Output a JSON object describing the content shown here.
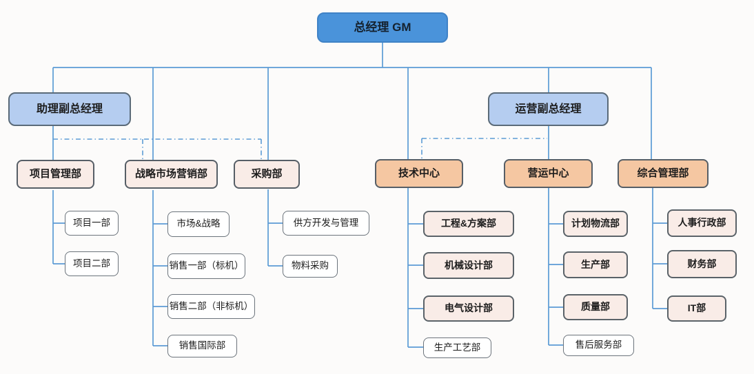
{
  "colors": {
    "node-blue": "#4a93da",
    "node-lightblue": "#b5cdf0",
    "node-pink": "#f9ece7",
    "node-salmon": "#f5c7a2",
    "node-white": "#ffffff",
    "line-blue": "#5b9bd5"
  },
  "root": {
    "label": "总经理 GM"
  },
  "deputies": {
    "assistant": {
      "label": "助理副总经理"
    },
    "operations": {
      "label": "运营副总经理"
    }
  },
  "departments": [
    {
      "label": "项目管理部",
      "children": [
        {
          "label": "项目一部"
        },
        {
          "label": "项目二部"
        }
      ]
    },
    {
      "label": "战略市场营销部",
      "children": [
        {
          "label": "市场&战略"
        },
        {
          "label": "销售一部（标机）"
        },
        {
          "label": "销售二部（非标机）"
        },
        {
          "label": "销售国际部"
        }
      ]
    },
    {
      "label": "采购部",
      "children": [
        {
          "label": "供方开发与管理"
        },
        {
          "label": "物料采购"
        }
      ]
    },
    {
      "label": "技术中心",
      "children": [
        {
          "label": "工程&方案部"
        },
        {
          "label": "机械设计部"
        },
        {
          "label": "电气设计部"
        },
        {
          "label": "生产工艺部"
        }
      ]
    },
    {
      "label": "营运中心",
      "children": [
        {
          "label": "计划物流部"
        },
        {
          "label": "生产部"
        },
        {
          "label": "质量部"
        },
        {
          "label": "售后服务部"
        }
      ]
    },
    {
      "label": "综合管理部",
      "children": [
        {
          "label": "人事行政部"
        },
        {
          "label": "财务部"
        },
        {
          "label": "IT部"
        }
      ]
    }
  ]
}
